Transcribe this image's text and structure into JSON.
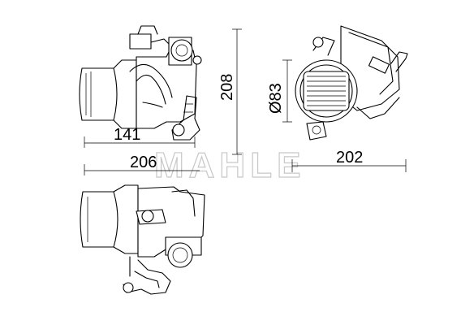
{
  "watermark": "MAHLE",
  "dimensions": {
    "length_141": "141",
    "length_206": "206",
    "height_208": "208",
    "diameter_83": "Ø83",
    "width_202": "202"
  }
}
